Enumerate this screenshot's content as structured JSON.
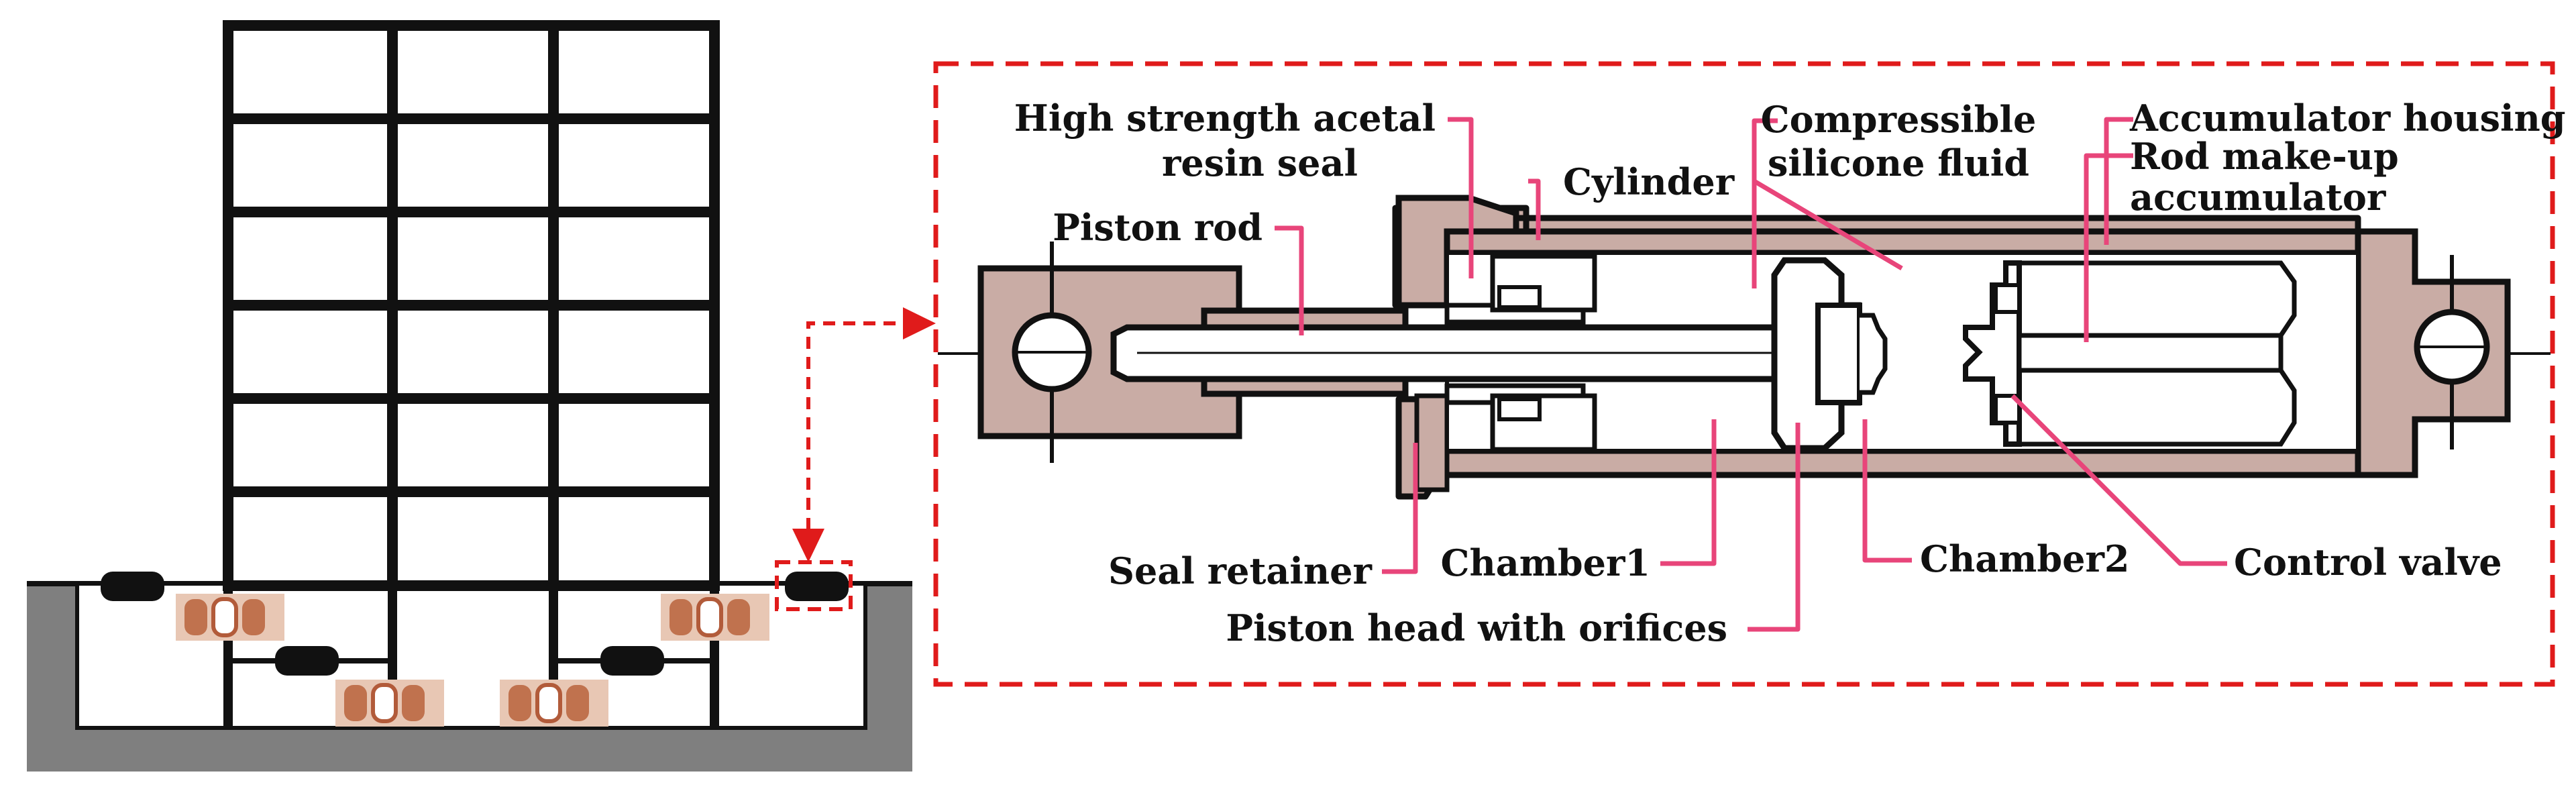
{
  "labels": {
    "acetal_seal_1": "High strength acetal",
    "acetal_seal_2": "resin seal",
    "cylinder": "Cylinder",
    "piston_rod": "Piston rod",
    "silicone_fluid_1": "Compressible",
    "silicone_fluid_2": "silicone fluid",
    "accumulator_housing": "Accumulator housing",
    "rod_makeup_1": "Rod make-up",
    "rod_makeup_2": "accumulator",
    "seal_retainer": "Seal retainer",
    "chamber1": "Chamber1",
    "chamber2": "Chamber2",
    "control_valve": "Control valve",
    "piston_head": "Piston head with orifices"
  },
  "colors": {
    "leader": "#e8457a",
    "callout": "#e01b1b",
    "housing_fill": "#c9aca5",
    "ground": "#7f7f7f",
    "outline": "#111111",
    "isolator": "#c98a6a",
    "damper": "#111111"
  }
}
